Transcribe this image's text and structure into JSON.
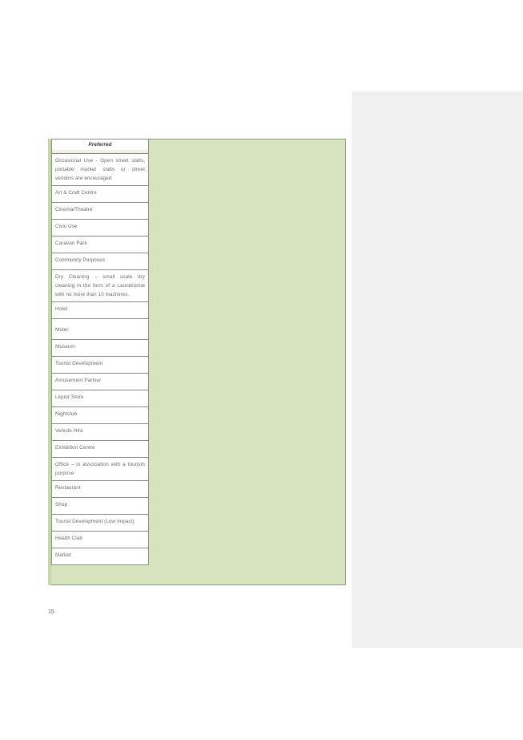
{
  "document": {
    "page_number": "15",
    "table": {
      "header": "Preferred",
      "rows": [
        "Occasional Use - Open street stalls, portable market stalls or street vendors are encouraged",
        "Art & Craft Centre",
        "Cinema/Theatre",
        "Civic Use",
        "Caravan Park",
        "Community Purposes",
        "Dry Cleaning – small scale dry cleaning in the form of a Laundromat with no more than 10 machines.",
        "Hotel",
        "Motel",
        "Museum",
        "Tourist Development",
        "Amusement Parlour",
        "Liquor Store",
        "Nightclub",
        "Vehicle Hire",
        "Exhibition Centre",
        "Office – in association with a tourism purpose",
        "Restaurant",
        "Shop",
        "Tourist Development (Low Impact)",
        "Health Club",
        "Market"
      ]
    },
    "colors": {
      "table_background": "#d6e3bc",
      "comment_panel": "#f0f0f0"
    }
  }
}
